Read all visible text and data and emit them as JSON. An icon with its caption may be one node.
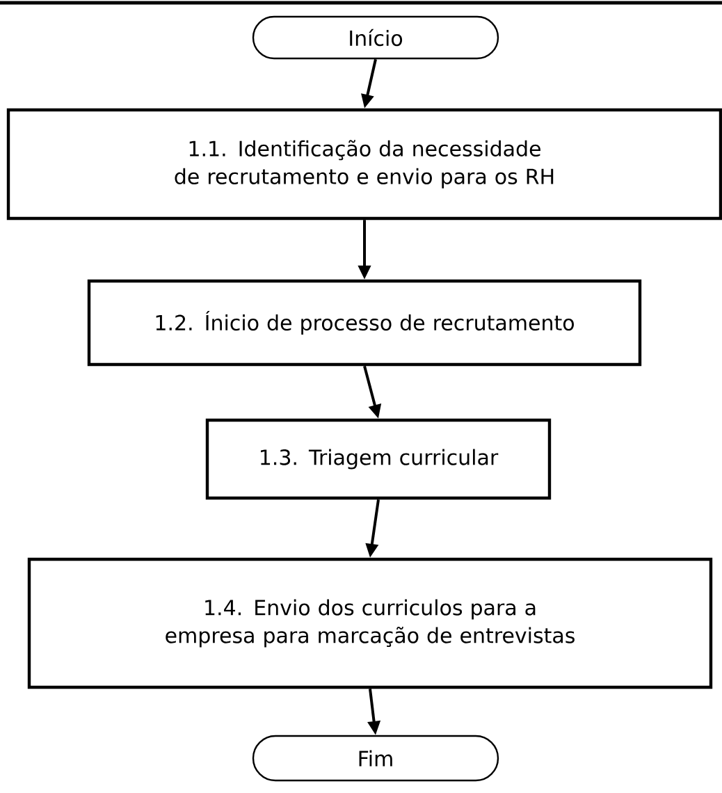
{
  "diagram": {
    "nodes": [
      {
        "text": [
          "Início"
        ]
      },
      {
        "text": [
          "1.1. Identificação da necessidade de recrutamento e envio para os RH"
        ]
      },
      {
        "text": [
          "1.2. Ínicio de processo de recrutamento"
        ]
      },
      {
        "text": [
          "1.3. Triagem curricular"
        ]
      },
      {
        "text": [
          "1.4. Envio dos curriculos para a empresa para marcação de entrevistas"
        ]
      },
      {
        "text": [
          "Fim"
        ]
      }
    ],
    "edges": [
      {
        "from": 0,
        "to": 1,
        "arrow": "to"
      },
      {
        "from": 1,
        "to": 2,
        "arrow": "to"
      },
      {
        "from": 2,
        "to": 3,
        "arrow": "to"
      },
      {
        "from": 3,
        "to": 4,
        "arrow": "to"
      },
      {
        "from": 4,
        "to": 5,
        "arrow": "to"
      }
    ]
  }
}
